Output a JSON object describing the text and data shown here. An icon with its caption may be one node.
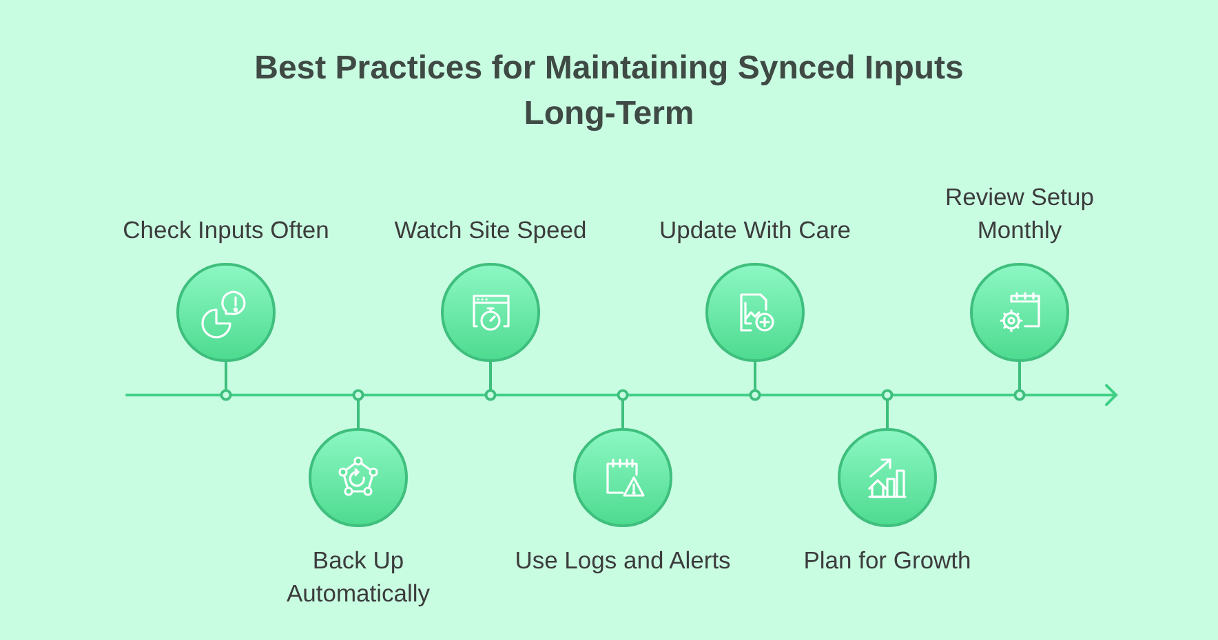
{
  "diagram": {
    "title": "Best Practices for Maintaining Synced Inputs Long-Term",
    "nodes": [
      {
        "text": [
          "Check Inputs Often"
        ]
      },
      {
        "text": [
          "Back Up Automatically"
        ]
      },
      {
        "text": [
          "Watch Site Speed"
        ]
      },
      {
        "text": [
          "Use Logs and Alerts"
        ]
      },
      {
        "text": [
          "Update With Care"
        ]
      },
      {
        "text": [
          "Plan for Growth"
        ]
      },
      {
        "text": [
          "Review Setup Monthly"
        ]
      }
    ]
  }
}
